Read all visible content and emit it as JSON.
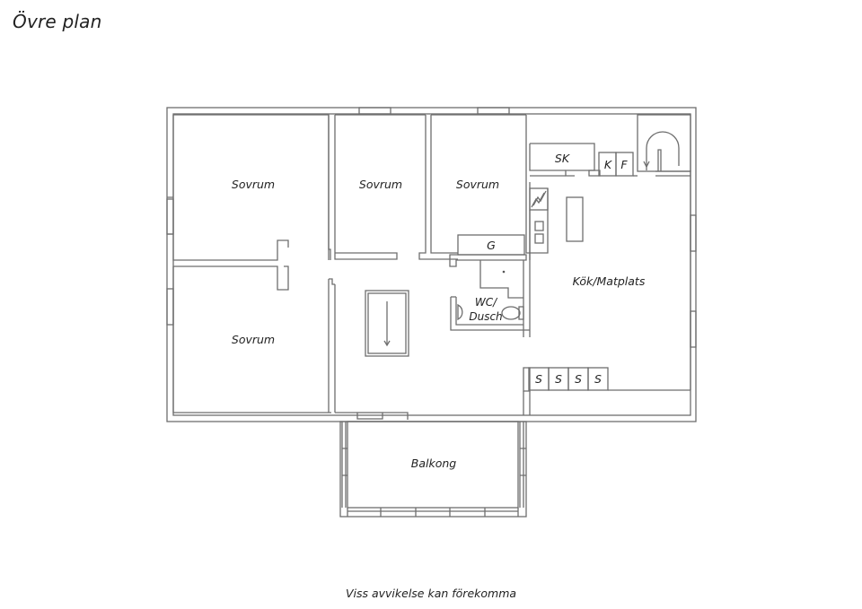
{
  "title": "Övre plan",
  "footer": "Viss avvikelse kan förekomma",
  "rooms": {
    "sovrum_1": "Sovrum",
    "sovrum_2": "Sovrum",
    "sovrum_3": "Sovrum",
    "sovrum_4": "Sovrum",
    "kok": "Kök/Matplats",
    "wc_line1": "WC/",
    "wc_line2": "Dusch",
    "balkong": "Balkong"
  },
  "fixtures": {
    "sk": "SK",
    "k": "K",
    "f": "F",
    "g": "G",
    "s": [
      "S",
      "S",
      "S",
      "S"
    ]
  },
  "colors": {
    "wall_stroke": "#6e6e6e",
    "text": "#222222",
    "background": "#ffffff"
  }
}
